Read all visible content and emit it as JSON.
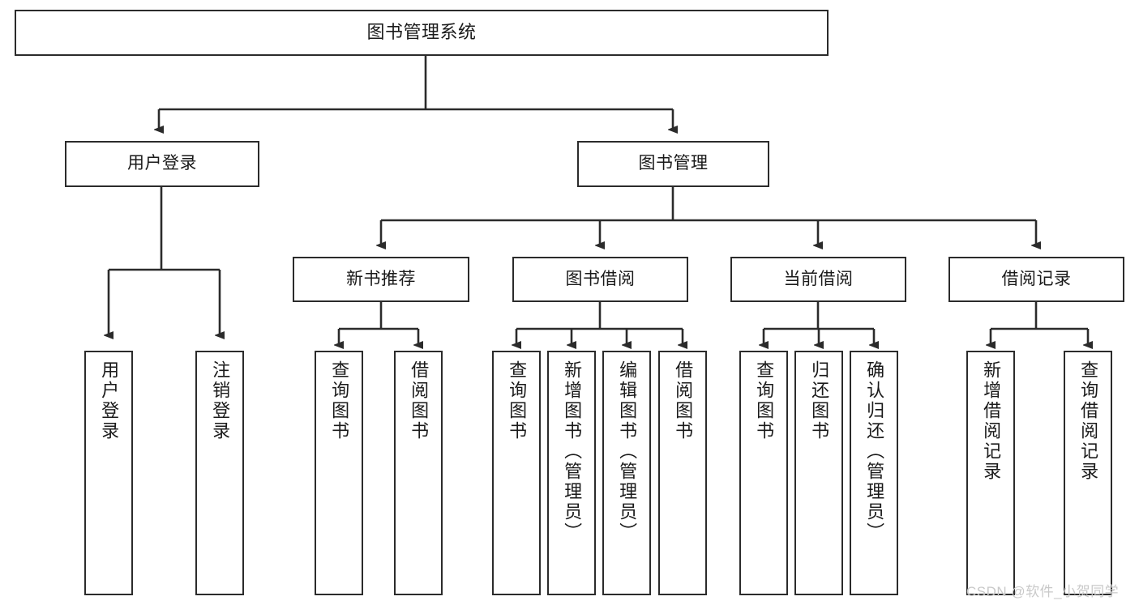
{
  "diagram": {
    "title": "图书管理系统",
    "type": "tree-hierarchy",
    "watermark": "CSDN @软件_小贺同学",
    "colors": {
      "box_border": "#2b2b2b",
      "box_fill": "#ffffff",
      "connector": "#2b2b2b",
      "text": "#1a1a1a",
      "watermark": "#c9c9c9"
    },
    "nodes": {
      "root": {
        "label": "图书管理系统",
        "level": 0,
        "orientation": "horizontal"
      },
      "user_login": {
        "label": "用户登录",
        "level": 1,
        "orientation": "horizontal"
      },
      "book_manage": {
        "label": "图书管理",
        "level": 1,
        "orientation": "horizontal"
      },
      "new_book_rec": {
        "label": "新书推荐",
        "level": 2,
        "orientation": "horizontal"
      },
      "book_borrow": {
        "label": "图书借阅",
        "level": 2,
        "orientation": "horizontal"
      },
      "current_borrow": {
        "label": "当前借阅",
        "level": 2,
        "orientation": "horizontal"
      },
      "borrow_record": {
        "label": "借阅记录",
        "level": 2,
        "orientation": "horizontal"
      },
      "leaf_user_login": {
        "label": "用户登录",
        "level": 2,
        "orientation": "vertical"
      },
      "leaf_logout": {
        "label": "注销登录",
        "level": 2,
        "orientation": "vertical"
      },
      "leaf_query_book_1": {
        "label": "查询图书",
        "level": 3,
        "orientation": "vertical"
      },
      "leaf_borrow_book_1": {
        "label": "借阅图书",
        "level": 3,
        "orientation": "vertical"
      },
      "leaf_query_book_2": {
        "label": "查询图书",
        "level": 3,
        "orientation": "vertical"
      },
      "leaf_add_book": {
        "label": "新增图书（管理员）",
        "level": 3,
        "orientation": "vertical"
      },
      "leaf_edit_book": {
        "label": "编辑图书（管理员）",
        "level": 3,
        "orientation": "vertical"
      },
      "leaf_borrow_book_2": {
        "label": "借阅图书",
        "level": 3,
        "orientation": "vertical"
      },
      "leaf_query_book_3": {
        "label": "查询图书",
        "level": 3,
        "orientation": "vertical"
      },
      "leaf_return_book": {
        "label": "归还图书",
        "level": 3,
        "orientation": "vertical"
      },
      "leaf_confirm_return": {
        "label": "确认归还（管理员）",
        "level": 3,
        "orientation": "vertical"
      },
      "leaf_add_record": {
        "label": "新增借阅记录",
        "level": 3,
        "orientation": "vertical"
      },
      "leaf_query_record": {
        "label": "查询借阅记录",
        "level": 3,
        "orientation": "vertical"
      }
    },
    "edges": [
      {
        "from": "root",
        "to": "user_login"
      },
      {
        "from": "root",
        "to": "book_manage"
      },
      {
        "from": "user_login",
        "to": "leaf_user_login"
      },
      {
        "from": "user_login",
        "to": "leaf_logout"
      },
      {
        "from": "book_manage",
        "to": "new_book_rec"
      },
      {
        "from": "book_manage",
        "to": "book_borrow"
      },
      {
        "from": "book_manage",
        "to": "current_borrow"
      },
      {
        "from": "book_manage",
        "to": "borrow_record"
      },
      {
        "from": "new_book_rec",
        "to": "leaf_query_book_1"
      },
      {
        "from": "new_book_rec",
        "to": "leaf_borrow_book_1"
      },
      {
        "from": "book_borrow",
        "to": "leaf_query_book_2"
      },
      {
        "from": "book_borrow",
        "to": "leaf_add_book"
      },
      {
        "from": "book_borrow",
        "to": "leaf_edit_book"
      },
      {
        "from": "book_borrow",
        "to": "leaf_borrow_book_2"
      },
      {
        "from": "current_borrow",
        "to": "leaf_query_book_3"
      },
      {
        "from": "current_borrow",
        "to": "leaf_return_book"
      },
      {
        "from": "current_borrow",
        "to": "leaf_confirm_return"
      },
      {
        "from": "borrow_record",
        "to": "leaf_add_record"
      },
      {
        "from": "borrow_record",
        "to": "leaf_query_record"
      }
    ]
  }
}
